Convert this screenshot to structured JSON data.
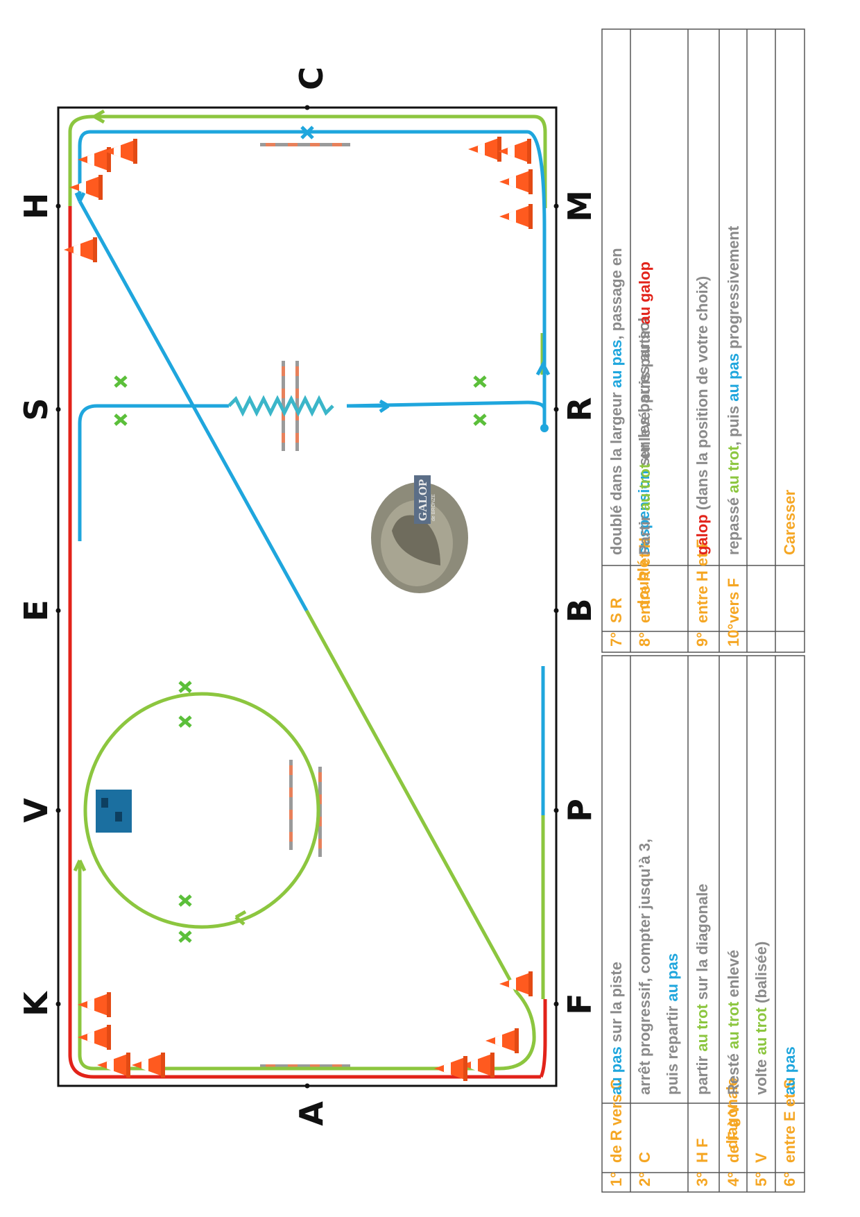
{
  "colors": {
    "pas": "#1fa6dd",
    "trot": "#8cc63f",
    "galop": "#e2231a",
    "step": "#f5a623",
    "text": "#8a8a8a",
    "cone": "#ff5a1f"
  },
  "arena": {
    "letters": {
      "A": "A",
      "K": "K",
      "V": "V",
      "E": "E",
      "S": "S",
      "H": "H",
      "C": "C",
      "M": "M",
      "R": "R",
      "B": "B",
      "P": "P",
      "F": "F"
    },
    "logo_text": {
      "main": "GALOP",
      "sub": "de BRONZE"
    }
  },
  "table_left": {
    "rows": [
      {
        "num": "1°",
        "where": "de R vers C",
        "lines": [
          [
            {
              "t": "au pas",
              "c": "pas"
            },
            {
              "t": " sur la piste",
              "c": "text"
            }
          ]
        ]
      },
      {
        "num": "2°",
        "where": "C",
        "lines": [
          [
            {
              "t": "arrêt progressif, compter jusqu’à 3,",
              "c": "text"
            }
          ],
          [
            {
              "t": "puis repartir ",
              "c": "text"
            },
            {
              "t": "au pas",
              "c": "pas"
            }
          ]
        ]
      },
      {
        "num": "3°",
        "where": "H F",
        "where2": "diagonale",
        "lines": [
          [
            {
              "t": "partir ",
              "c": "text"
            },
            {
              "t": "au trot",
              "c": "trot"
            },
            {
              "t": " sur la diagonale",
              "c": "text"
            }
          ]
        ]
      },
      {
        "num": "4°",
        "where": "de F à V",
        "lines": [
          [
            {
              "t": "Resté ",
              "c": "text"
            },
            {
              "t": "au trot",
              "c": "trot"
            },
            {
              "t": " enlevé",
              "c": "text"
            }
          ]
        ]
      },
      {
        "num": "5°",
        "where": "V",
        "lines": [
          [
            {
              "t": "volte ",
              "c": "text"
            },
            {
              "t": "au trot",
              "c": "trot"
            },
            {
              "t": " (balisée)",
              "c": "text"
            }
          ]
        ]
      },
      {
        "num": "6°",
        "where": "entre E et S",
        "lines": [
          [
            {
              "t": "au pas",
              "c": "pas"
            }
          ]
        ]
      }
    ]
  },
  "table_right": {
    "rows": [
      {
        "num": "7°",
        "where": "S R",
        "where2": "doublé",
        "lines": [
          [
            {
              "t": "doublé dans la largeur ",
              "c": "text"
            },
            {
              "t": "au pas",
              "c": "pas"
            },
            {
              "t": ", passage en",
              "c": "text"
            }
          ],
          [
            {
              "t": "suspension",
              "c": "pas"
            },
            {
              "t": " sur les barres au sol",
              "c": "text"
            }
          ]
        ]
      },
      {
        "num": "8°",
        "where": "entre R et H",
        "lines": [
          [
            {
              "t": "Partir ",
              "c": "text"
            },
            {
              "t": "au trot",
              "c": "trot"
            },
            {
              "t": " enlevé, puis partir ",
              "c": "text"
            },
            {
              "t": "au galop",
              "c": "galop"
            }
          ]
        ]
      },
      {
        "num": "9°",
        "where": "entre H et F",
        "lines": [
          [
            {
              "t": "galop",
              "c": "galop"
            },
            {
              "t": " (dans la position de votre choix)",
              "c": "text"
            }
          ]
        ]
      },
      {
        "num": "10°",
        "where": "vers F",
        "lines": [
          [
            {
              "t": "repassé ",
              "c": "text"
            },
            {
              "t": "au trot",
              "c": "trot"
            },
            {
              "t": ", puis ",
              "c": "text"
            },
            {
              "t": "au pas",
              "c": "pas"
            },
            {
              "t": " progressivement",
              "c": "text"
            }
          ]
        ]
      },
      {
        "num": "",
        "where": "",
        "lines": []
      },
      {
        "num": "",
        "where": "",
        "lines": [
          [
            {
              "t": "Caresser",
              "c": "step"
            }
          ]
        ]
      }
    ]
  }
}
